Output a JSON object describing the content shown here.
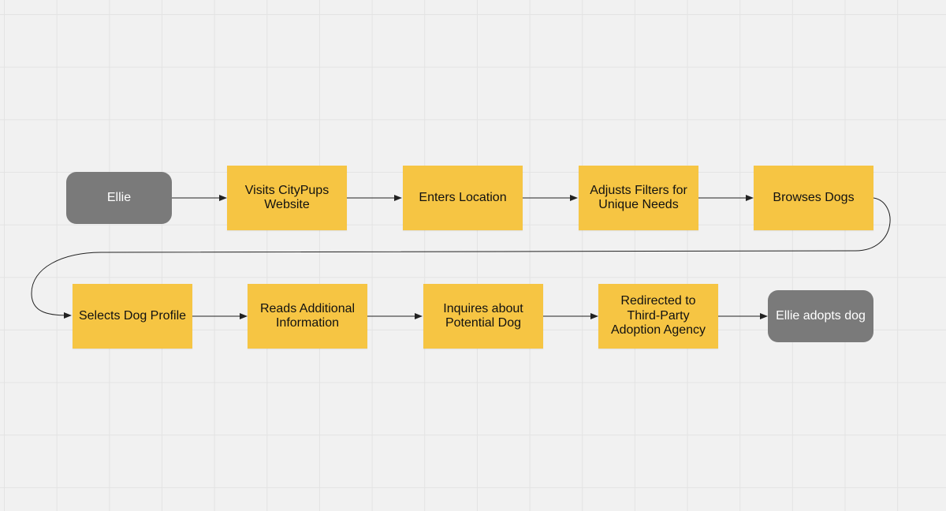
{
  "flowchart": {
    "start": "Ellie",
    "row1": [
      "Visits CityPups\nWebsite",
      "Enters Location",
      "Adjusts Filters for\nUnique Needs",
      "Browses Dogs"
    ],
    "row2": [
      "Selects Dog Profile",
      "Reads Additional\nInformation",
      "Inquires about\nPotential Dog",
      "Redirected to\nThird-Party\nAdoption Agency"
    ],
    "end": "Ellie adopts dog"
  },
  "colors": {
    "background": "#f1f1f1",
    "grid": "#e3e3e3",
    "step_fill": "#f6c543",
    "terminal_fill": "#7a7a7a",
    "connector": "#222222"
  }
}
